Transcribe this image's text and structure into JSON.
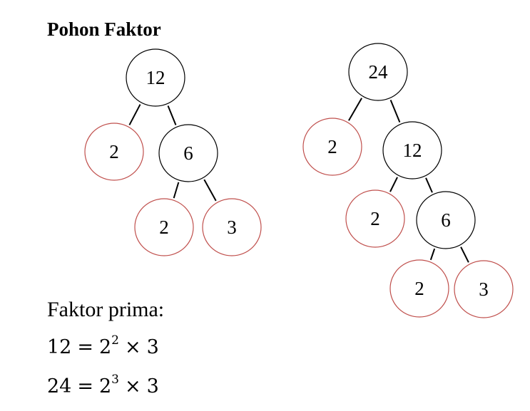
{
  "title": "Pohon Faktor",
  "colors": {
    "composite_stroke": "#000000",
    "prime_stroke": "#c0504d",
    "edge": "#000000"
  },
  "trees": [
    {
      "nodes": [
        {
          "label": "12",
          "prime": false
        },
        {
          "label": "2",
          "prime": true
        },
        {
          "label": "6",
          "prime": false
        },
        {
          "label": "2",
          "prime": true
        },
        {
          "label": "3",
          "prime": true
        }
      ]
    },
    {
      "nodes": [
        {
          "label": "24",
          "prime": false
        },
        {
          "label": "2",
          "prime": true
        },
        {
          "label": "12",
          "prime": false
        },
        {
          "label": "2",
          "prime": true
        },
        {
          "label": "6",
          "prime": false
        },
        {
          "label": "2",
          "prime": true
        },
        {
          "label": "3",
          "prime": true
        }
      ]
    }
  ],
  "prime_factors": {
    "heading": "Faktor prima:",
    "equations": [
      {
        "lhs": "12",
        "equals": "=",
        "base": "2",
        "exponent": "2",
        "times": "×",
        "factor": "3"
      },
      {
        "lhs": "24",
        "equals": "=",
        "base": "2",
        "exponent": "3",
        "times": "×",
        "factor": "3"
      }
    ]
  }
}
